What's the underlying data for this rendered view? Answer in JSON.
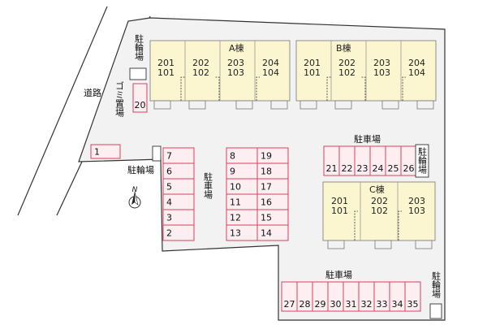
{
  "road_label": "道路",
  "garbage_label": "ゴミ置場",
  "parking_label": "駐車場",
  "bike_label": "駐輪場",
  "north_label": "N",
  "buildings": [
    {
      "name": "A棟",
      "units": [
        [
          "201",
          "101"
        ],
        [
          "202",
          "102"
        ],
        [
          "203",
          "103"
        ],
        [
          "204",
          "104"
        ]
      ]
    },
    {
      "name": "B棟",
      "units": [
        [
          "201",
          "101"
        ],
        [
          "202",
          "102"
        ],
        [
          "203",
          "103"
        ],
        [
          "204",
          "104"
        ]
      ]
    },
    {
      "name": "C棟",
      "units": [
        [
          "201",
          "101"
        ],
        [
          "202",
          "102"
        ],
        [
          "203",
          "103"
        ]
      ]
    }
  ],
  "parking_spaces": [
    "1",
    "2",
    "3",
    "4",
    "5",
    "6",
    "7",
    "8",
    "9",
    "10",
    "11",
    "12",
    "13",
    "14",
    "15",
    "16",
    "17",
    "18",
    "19",
    "20",
    "21",
    "22",
    "23",
    "24",
    "25",
    "26",
    "27",
    "28",
    "29",
    "30",
    "31",
    "32",
    "33",
    "34",
    "35"
  ]
}
